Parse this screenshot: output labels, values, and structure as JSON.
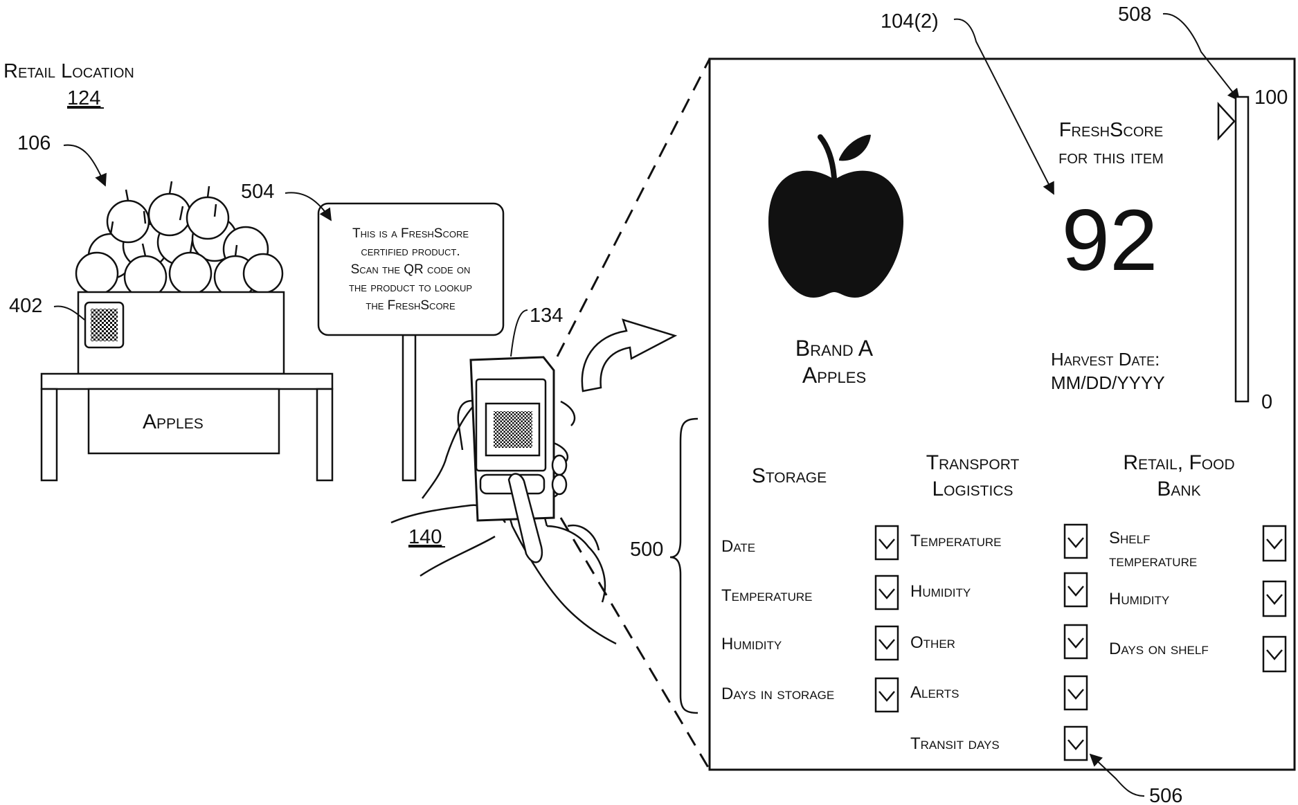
{
  "left_scene": {
    "retail_location_label": "Retail Location",
    "retail_location_ref": "124",
    "ref_display_stand": "106",
    "ref_qr_code": "402",
    "ref_sign": "504",
    "bin_label": "Apples",
    "sign_lines": [
      "This is a FreshScore",
      "certified product.",
      "Scan the QR code on",
      "the product to lookup",
      "the FreshScore"
    ],
    "ref_device": "134",
    "ref_user": "140"
  },
  "screen": {
    "ref_score": "104(2)",
    "ref_meter": "508",
    "ref_details": "500",
    "ref_dropdown": "506",
    "product_name_lines": [
      "Brand A",
      "Apples"
    ],
    "score_heading_lines": [
      "FreshScore",
      "for this item"
    ],
    "score_value": "92",
    "harvest_label": "Harvest Date:",
    "harvest_value": "MM/DD/YYYY",
    "meter": {
      "max_label": "100",
      "min_label": "0",
      "max": 100,
      "min": 0,
      "level": 92
    },
    "columns": [
      {
        "heading_lines": [
          "Storage"
        ],
        "items": [
          "Date",
          "Temperature",
          "Humidity",
          "Days in storage"
        ]
      },
      {
        "heading_lines": [
          "Transport",
          "Logistics"
        ],
        "items": [
          "Temperature",
          "Humidity",
          "Other",
          "Alerts",
          "Transit days"
        ]
      },
      {
        "heading_lines": [
          "Retail, Food",
          "Bank"
        ],
        "items": [
          [
            "Shelf",
            "temperature"
          ],
          "Humidity",
          "Days on shelf"
        ]
      }
    ]
  }
}
